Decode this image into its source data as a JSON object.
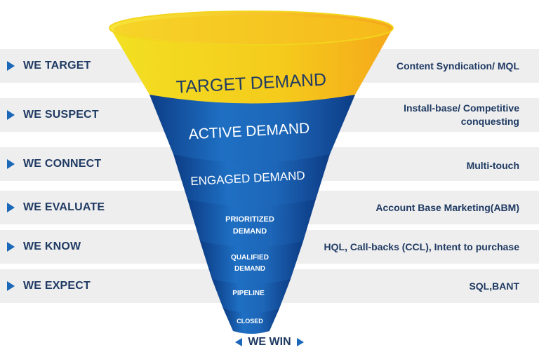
{
  "stages": [
    {
      "left_label": "WE TARGET",
      "stage": "TARGET DEMAND",
      "right_label": "Content Syndication/ MQL"
    },
    {
      "left_label": "WE SUSPECT",
      "stage": "ACTIVE DEMAND",
      "right_label": "Install-base/ Competitive conquesting"
    },
    {
      "left_label": "WE CONNECT",
      "stage": "ENGAGED DEMAND",
      "right_label": "Multi-touch"
    },
    {
      "left_label": "WE EVALUATE",
      "stage": "PRIORITIZED DEMAND",
      "right_label": "Account Base Marketing(ABM)"
    },
    {
      "left_label": "WE KNOW",
      "stage": "QUALIFIED DEMAND",
      "right_label": "HQL, Call-backs (CCL), Intent to purchase"
    },
    {
      "left_label": "WE EXPECT",
      "stage": "PIPELINE",
      "right_label": "SQL,BANT"
    }
  ],
  "closed_label": "CLOSED",
  "footer_label": "WE WIN",
  "colors": {
    "yellow": "#f5d51e",
    "orange": "#f5b21a",
    "blue": "#1b67b8",
    "dark_blue": "#0f3f85",
    "text": "#1f3a63",
    "row_bg": "#eeeeee"
  }
}
